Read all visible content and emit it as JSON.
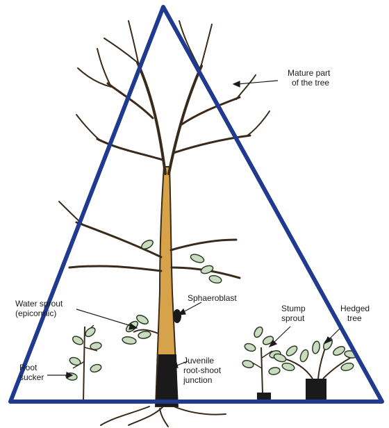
{
  "labels": {
    "mature": [
      "Mature part",
      "of the tree"
    ],
    "water_sprout": [
      "Water sprout",
      "(epicormic)"
    ],
    "sphaeroblast": "Sphaeroblast",
    "stump_sprout": [
      "Stump",
      "sprout"
    ],
    "hedged_tree": [
      "Hedged",
      "tree"
    ],
    "root_sucker": [
      "Root",
      "sucker"
    ],
    "juvenile": [
      "Juvenile",
      "root-shoot",
      "junction"
    ]
  },
  "colors": {
    "triangle": "#1f3a8f",
    "trunk": "#d6a34a",
    "trunk_dark": "#1a1a1a",
    "branch_outline": "#3a2a1a",
    "leaf_fill": "#c9dcc0",
    "leaf_stroke": "#2d3b26"
  }
}
